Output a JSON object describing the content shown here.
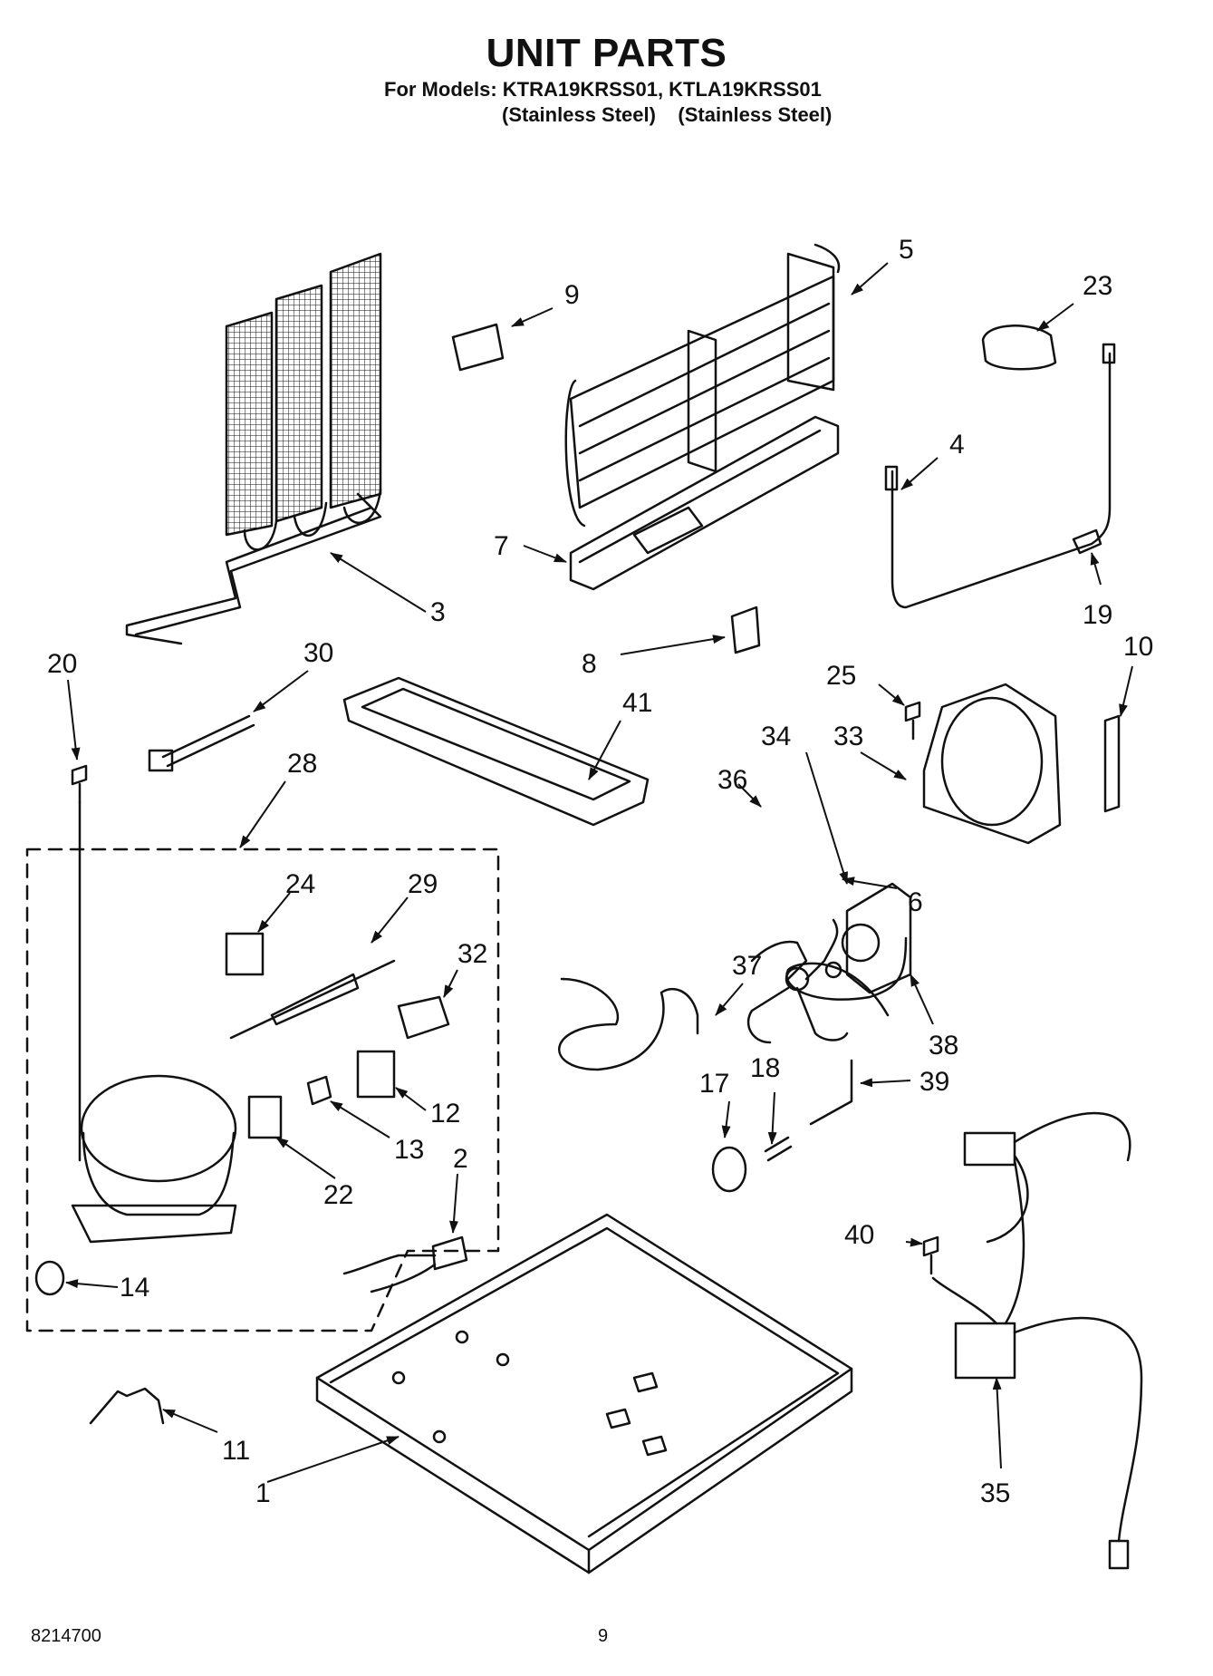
{
  "header": {
    "title": "UNIT PARTS",
    "models_line": "For Models: KTRA19KRSS01, KTLA19KRSS01",
    "finish_line": "(Stainless Steel)    (Stainless Steel)"
  },
  "callouts": [
    "1",
    "2",
    "3",
    "4",
    "5",
    "6",
    "7",
    "8",
    "9",
    "10",
    "11",
    "12",
    "13",
    "14",
    "17",
    "18",
    "19",
    "20",
    "22",
    "23",
    "24",
    "25",
    "28",
    "29",
    "30",
    "32",
    "33",
    "34",
    "35",
    "36",
    "37",
    "38",
    "39",
    "40",
    "41"
  ],
  "footer": {
    "doc_number": "8214700",
    "page_number": "9"
  }
}
